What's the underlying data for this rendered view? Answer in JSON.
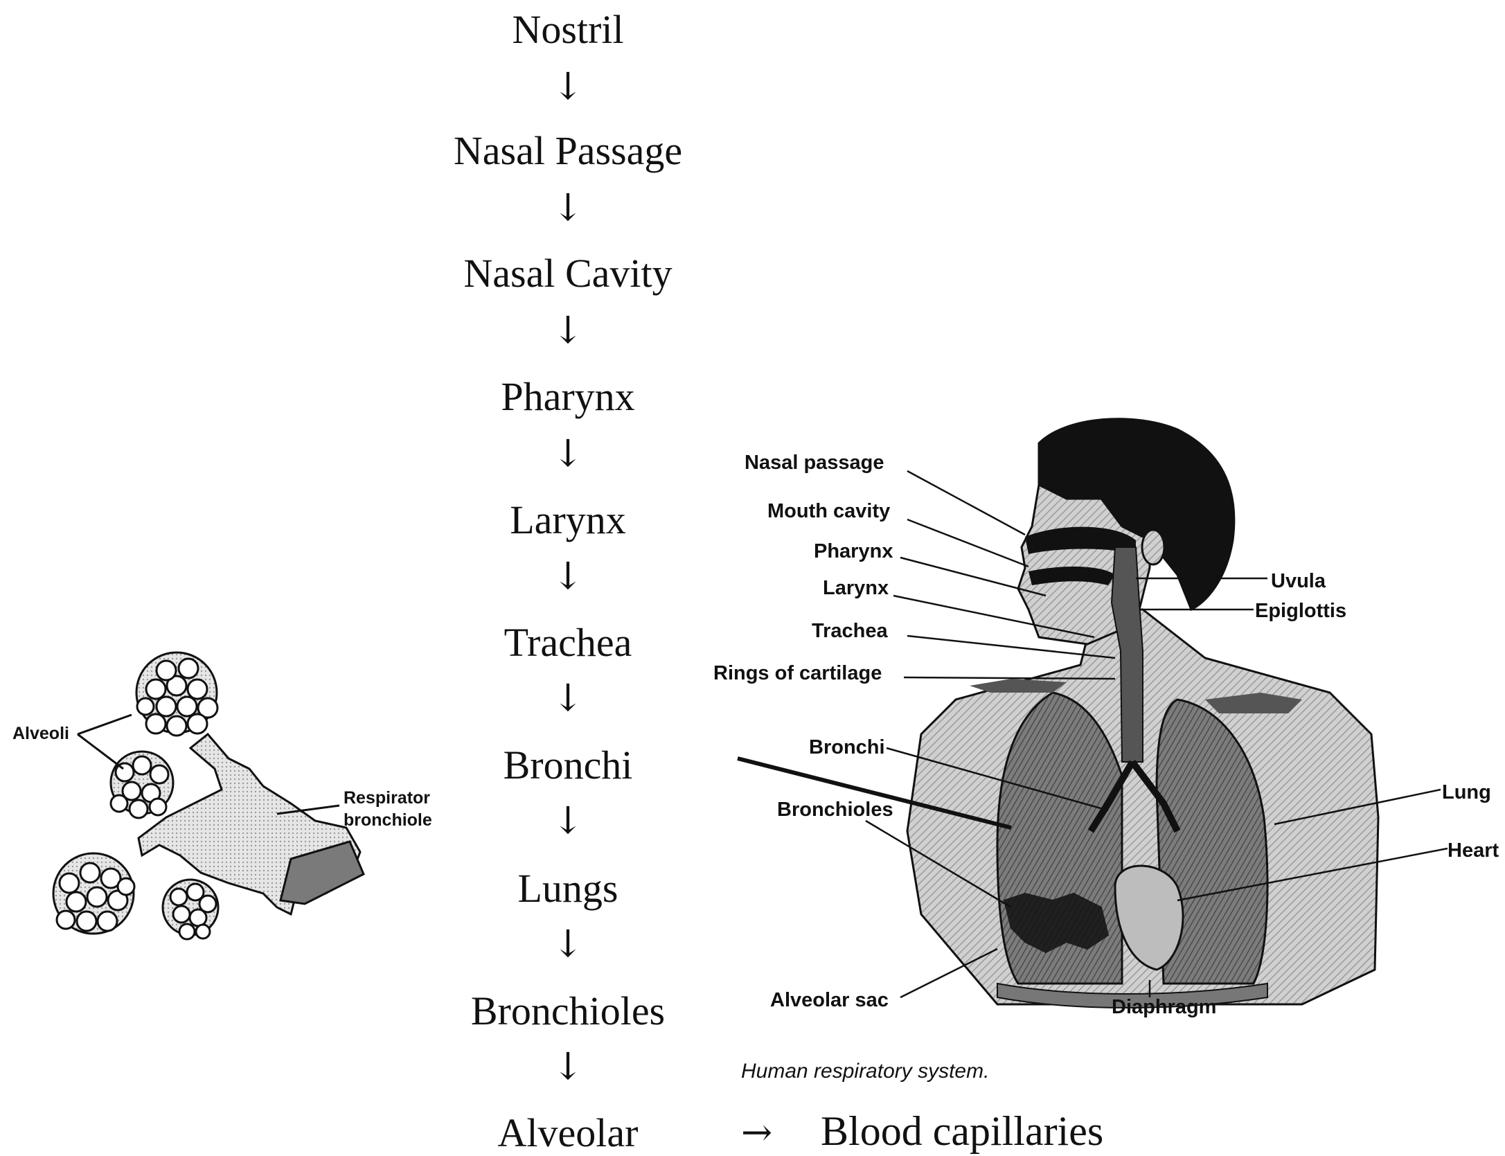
{
  "flowchart": {
    "steps": [
      "Nostril",
      "Nasal Passage",
      "Nasal Cavity",
      "Pharynx",
      "Larynx",
      "Trachea",
      "Bronchi",
      "Lungs",
      "Bronchioles",
      "Alveolar"
    ],
    "arrow_glyph": "↓",
    "final_arrow_glyph": "→",
    "final_target": "Blood capillaries"
  },
  "alveoli_figure": {
    "labels": {
      "alveoli": "Alveoli",
      "respirator_line1": "Respirator",
      "respirator_line2": "bronchiole"
    }
  },
  "respiratory_figure": {
    "labels_left": {
      "nasal_passage": "Nasal passage",
      "mouth_cavity": "Mouth cavity",
      "pharynx": "Pharynx",
      "larynx": "Larynx",
      "trachea": "Trachea",
      "rings_of_cartilage": "Rings of cartilage",
      "bronchi": "Bronchi",
      "bronchioles": "Bronchioles",
      "alveolar_sac": "Alveolar sac"
    },
    "labels_right": {
      "uvula": "Uvula",
      "epiglottis": "Epiglottis",
      "lung": "Lung",
      "heart": "Heart"
    },
    "label_bottom": {
      "diaphragm": "Diaphragm"
    },
    "caption": "Human respiratory system."
  }
}
